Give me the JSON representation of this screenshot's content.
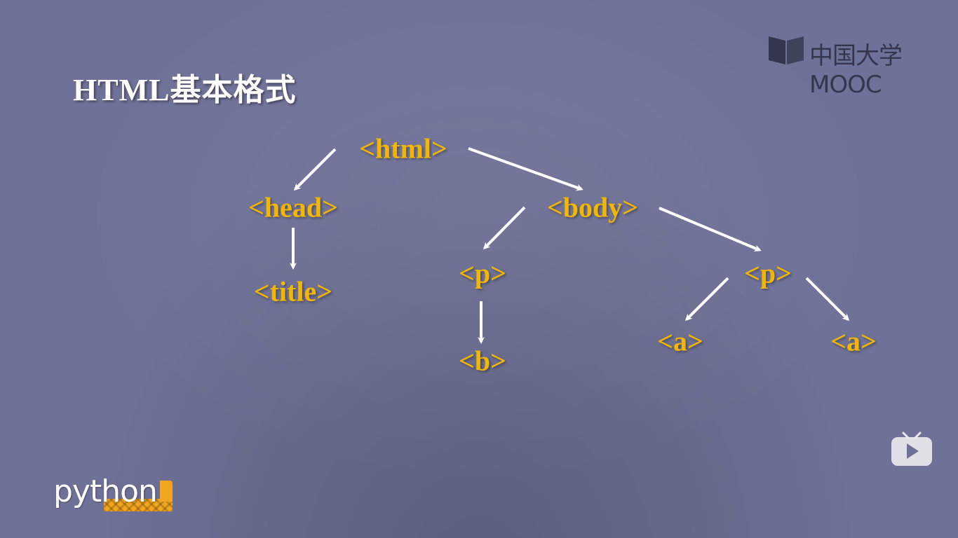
{
  "slide": {
    "title": "HTML基本格式"
  },
  "tree": {
    "nodes": {
      "html": "<html>",
      "head": "<head>",
      "title": "<title>",
      "body": "<body>",
      "p1": "<p>",
      "b": "<b>",
      "p2": "<p>",
      "a1": "<a>",
      "a2": "<a>"
    },
    "edges": [
      [
        "html",
        "head"
      ],
      [
        "html",
        "body"
      ],
      [
        "head",
        "title"
      ],
      [
        "body",
        "p1"
      ],
      [
        "body",
        "p2"
      ],
      [
        "p1",
        "b"
      ],
      [
        "p2",
        "a1"
      ],
      [
        "p2",
        "a2"
      ]
    ]
  },
  "colors": {
    "background": "#6f7298",
    "node_text": "#f2b705",
    "title_text": "#ffffff",
    "arrow": "#ffffff",
    "python_accent": "#f2a51f"
  },
  "branding": {
    "mooc_logo_text": "中国大学MOOC",
    "python_logo_text": "python",
    "play_icon": "play-icon"
  }
}
